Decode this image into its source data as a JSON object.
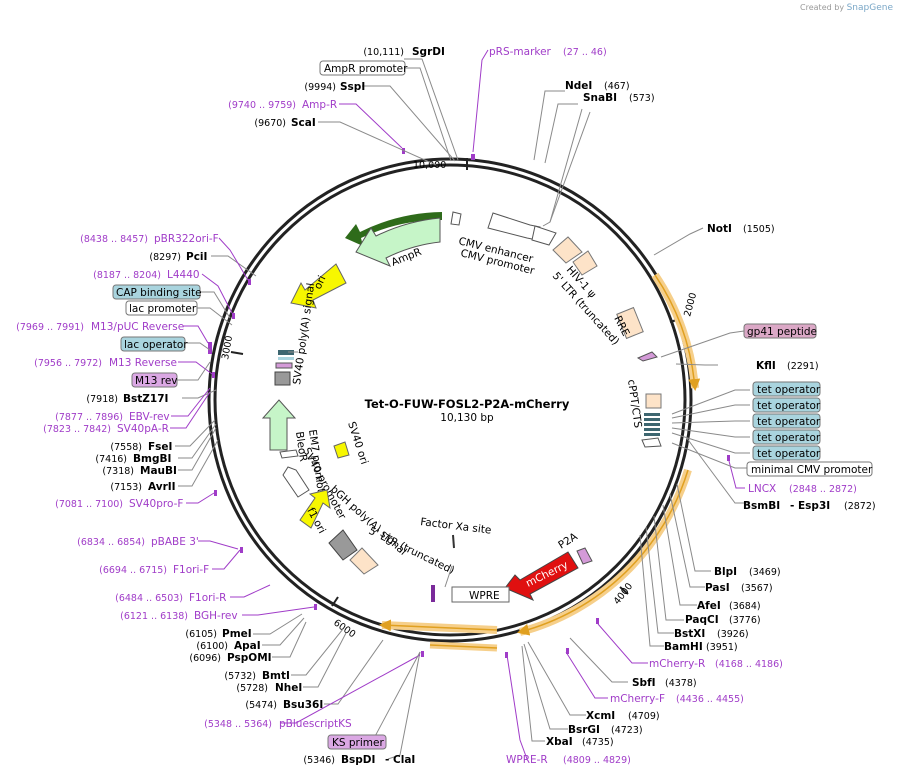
{
  "credit": {
    "prefix": "Created by",
    "brand": "SnapGene"
  },
  "plasmid": {
    "name": "Tet-O-FUW-FOSL2-P2A-mCherry",
    "length": "10,130 bp"
  },
  "ticks": [
    "10,000",
    "2000",
    "3000",
    "4000",
    "6000"
  ],
  "enzymes": [
    {
      "name": "SgrDI",
      "pos": "(10,111)"
    },
    {
      "name": "SspI",
      "pos": "(9994)"
    },
    {
      "name": "ScaI",
      "pos": "(9670)"
    },
    {
      "name": "NdeI",
      "pos": "(467)"
    },
    {
      "name": "SnaBI",
      "pos": "(573)"
    },
    {
      "name": "NotI",
      "pos": "(1505)"
    },
    {
      "name": "PciI",
      "pos": "(8297)"
    },
    {
      "name": "KflI",
      "pos": "(2291)"
    },
    {
      "name": "BstZ17I",
      "pos": "(7918)"
    },
    {
      "name": "FseI",
      "pos": "(7558)"
    },
    {
      "name": "BmgBI",
      "pos": "(7416)"
    },
    {
      "name": "MauBI",
      "pos": "(7318)"
    },
    {
      "name": "AvrII",
      "pos": "(7153)"
    },
    {
      "name": "BsmBI",
      "pos": ""
    },
    {
      "name": "- Esp3I",
      "pos": "(2872)"
    },
    {
      "name": "BlpI",
      "pos": "(3469)"
    },
    {
      "name": "PasI",
      "pos": "(3567)"
    },
    {
      "name": "AfeI",
      "pos": "(3684)"
    },
    {
      "name": "PaqCI",
      "pos": "(3776)"
    },
    {
      "name": "BstXI",
      "pos": "(3926)"
    },
    {
      "name": "BamHI",
      "pos": "(3951)"
    },
    {
      "name": "PmeI",
      "pos": "(6105)"
    },
    {
      "name": "ApaI",
      "pos": "(6100)"
    },
    {
      "name": "PspOMI",
      "pos": "(6096)"
    },
    {
      "name": "SbfI",
      "pos": "(4378)"
    },
    {
      "name": "BmtI",
      "pos": "(5732)"
    },
    {
      "name": "NheI",
      "pos": "(5728)"
    },
    {
      "name": "Bsu36I",
      "pos": "(5474)"
    },
    {
      "name": "XcmI",
      "pos": "(4709)"
    },
    {
      "name": "BsrGI",
      "pos": "(4723)"
    },
    {
      "name": "XbaI",
      "pos": "(4735)"
    },
    {
      "name": "BspDI",
      "pos": "(5346)"
    },
    {
      "name": "- ClaI",
      "pos": ""
    }
  ],
  "primers": [
    {
      "name": "pRS-marker",
      "range": "(27 .. 46)"
    },
    {
      "name": "Amp-R",
      "range": "(9740 .. 9759)"
    },
    {
      "name": "pBR322ori-F",
      "range": "(8438 .. 8457)"
    },
    {
      "name": "L4440",
      "range": "(8187 .. 8204)"
    },
    {
      "name": "M13/pUC Reverse",
      "range": "(7969 .. 7991)"
    },
    {
      "name": "M13 Reverse",
      "range": "(7956 .. 7972)"
    },
    {
      "name": "EBV-rev",
      "range": "(7877 .. 7896)"
    },
    {
      "name": "SV40pA-R",
      "range": "(7823 .. 7842)"
    },
    {
      "name": "SV40pro-F",
      "range": "(7081 .. 7100)"
    },
    {
      "name": "LNCX",
      "range": "(2848 .. 2872)"
    },
    {
      "name": "pBABE 3'",
      "range": "(6834 .. 6854)"
    },
    {
      "name": "F1ori-F",
      "range": "(6694 .. 6715)"
    },
    {
      "name": "F1ori-R",
      "range": "(6484 .. 6503)"
    },
    {
      "name": "BGH-rev",
      "range": "(6121 .. 6138)"
    },
    {
      "name": "mCherry-R",
      "range": "(4168 .. 4186)"
    },
    {
      "name": "mCherry-F",
      "range": "(4436 .. 4455)"
    },
    {
      "name": "pBluescriptKS",
      "range": "(5348 .. 5364)"
    },
    {
      "name": "WPRE-R",
      "range": "(4809 .. 4829)"
    }
  ],
  "boxes": {
    "ampr_promoter": "AmpR promoter",
    "cap_site": "CAP binding site",
    "lac_promoter": "lac promoter",
    "lac_operator": "lac operator",
    "m13_rev": "M13 rev",
    "gp41": "gp41 peptide",
    "tet_operators": [
      "tet operator",
      "tet operator",
      "tet operator",
      "tet operator",
      "tet operator"
    ],
    "min_cmv": "minimal CMV promoter",
    "ks_primer": "KS primer"
  },
  "features": {
    "cmv_enhancer": "CMV enhancer",
    "cmv_promoter": "CMV promoter",
    "hiv_psi": "HIV-1 ψ",
    "ltr5": "5' LTR (truncated)",
    "rre": "RRE",
    "cppt": "cPPT/CTS",
    "ampr": "AmpR",
    "ori": "ori",
    "sv40pa": "SV40 poly(A) signal",
    "bleor": "BleoR",
    "em7": "EM7 promoter",
    "sv40_ori": "SV40 ori",
    "sv40_promoter": "SV40 promoter",
    "f1ori": "f1 ori",
    "bgh": "bGH poly(A) signal",
    "ltr5b": "5' LTR (truncated)",
    "factor_xa": "Factor Xa site",
    "p2a": "P2A",
    "mcherry": "mCherry",
    "wpre": "WPRE"
  },
  "colors": {
    "primer": "#a03cc8",
    "ampr": "#c6f5c8",
    "ori": "#f7f700",
    "mcherry": "#e01010",
    "ltr": "#fde3c8",
    "orf_highlight": "#f6cf8a",
    "operator": "#a9d4de",
    "tag": "#dba8c6"
  }
}
